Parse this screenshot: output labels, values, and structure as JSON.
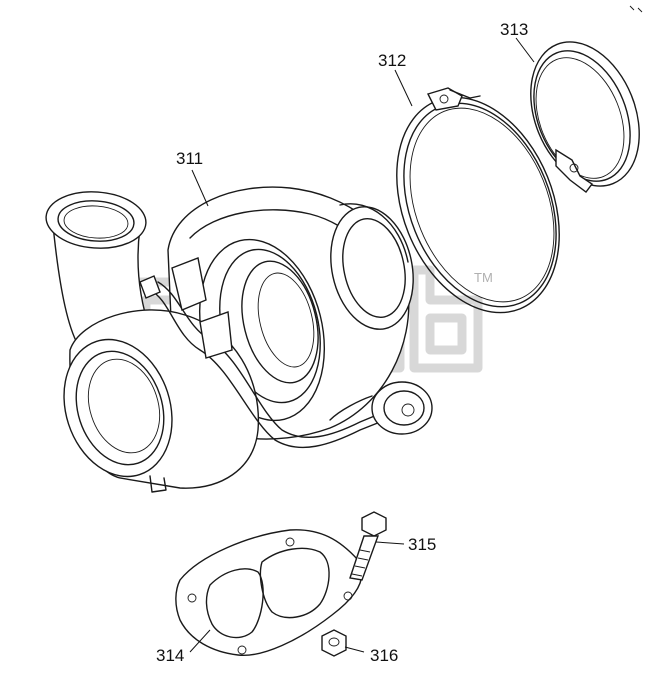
{
  "callouts": {
    "turbocharger": "311",
    "clamp_large": "312",
    "clamp_small": "313",
    "gasket": "314",
    "bolt": "315",
    "nut": "316"
  },
  "watermark": {
    "trademark": "TM"
  }
}
